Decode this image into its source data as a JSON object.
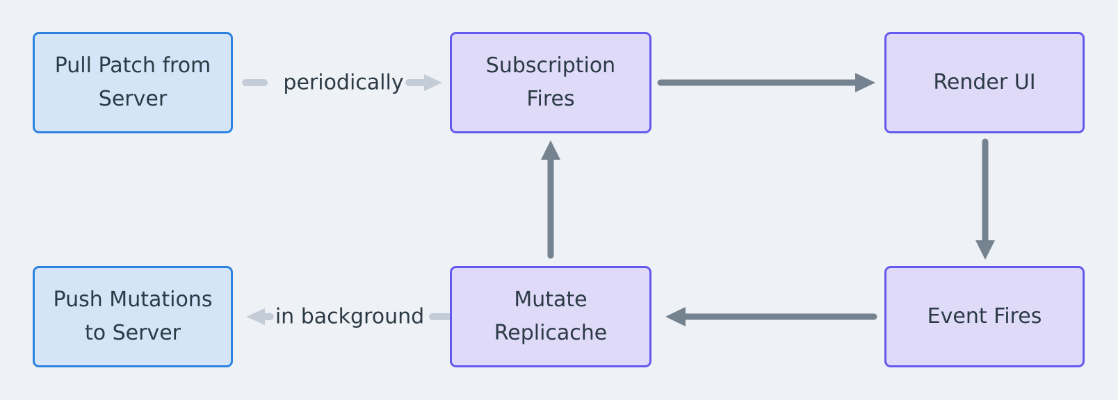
{
  "diagram": {
    "title": "replicache-data-flow",
    "nodes": {
      "pull_patch": {
        "label": [
          "Pull Patch from",
          "Server"
        ],
        "type": "blue"
      },
      "subscription_fires": {
        "label": [
          "Subscription",
          "Fires"
        ],
        "type": "purple"
      },
      "render_ui": {
        "label": "Render UI",
        "type": "purple"
      },
      "push_mutations": {
        "label": [
          "Push Mutations",
          "to Server"
        ],
        "type": "blue"
      },
      "mutate_replicache": {
        "label": [
          "Mutate",
          "Replicache"
        ],
        "type": "purple"
      },
      "event_fires": {
        "label": "Event Fires",
        "type": "purple"
      }
    },
    "edges": {
      "periodically": "periodically",
      "in_background": "in background"
    },
    "colors": {
      "background": "#eef1f5",
      "blue_border": "#2d82e0",
      "blue_fill": "#d3e5f7",
      "purple_border": "#6459ee",
      "purple_fill": "#dedaf8",
      "text": "#2c3a46",
      "arrow_dark": "#75828f",
      "arrow_light": "#c4cdd7"
    }
  }
}
